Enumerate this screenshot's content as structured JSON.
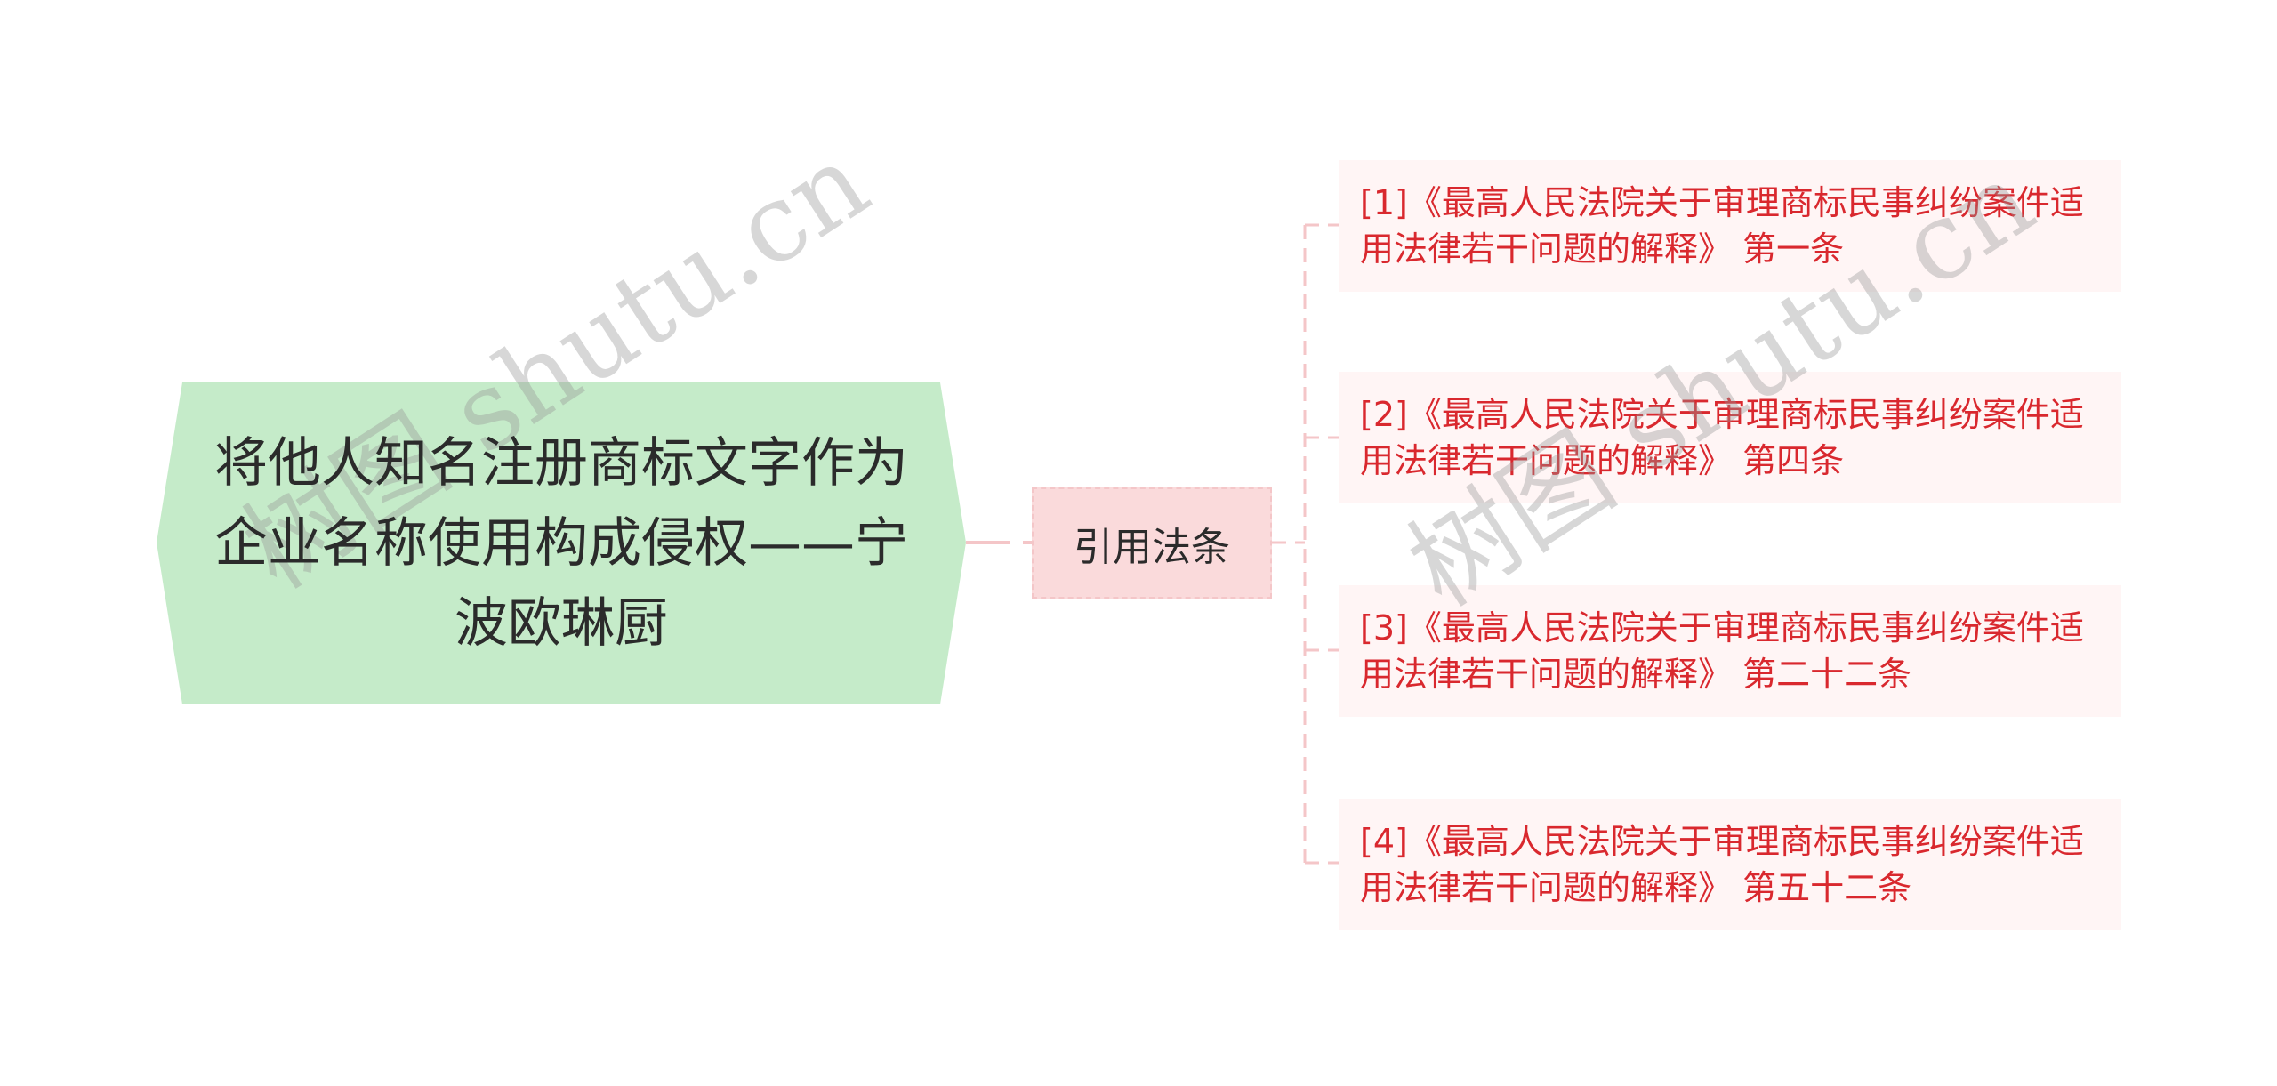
{
  "root": {
    "label": "将他人知名注册商标文字作为企业名称使用构成侵权——宁波欧琳厨",
    "fill_color": "#c5ebc9"
  },
  "branch": {
    "label": "引用法条",
    "fill_color": "#fadadb"
  },
  "leaves": [
    {
      "label": "[1]《最高人民法院关于审理商标民事纠纷案件适用法律若干问题的解释》 第一条"
    },
    {
      "label": "[2]《最高人民法院关于审理商标民事纠纷案件适用法律若干问题的解释》 第四条"
    },
    {
      "label": "[3]《最高人民法院关于审理商标民事纠纷案件适用法律若干问题的解释》 第二十二条"
    },
    {
      "label": "[4]《最高人民法院关于审理商标民事纠纷案件适用法律若干问题的解释》 第五十二条"
    }
  ],
  "colors": {
    "leaf_text": "#d9282e",
    "leaf_fill": "#fff5f5",
    "connector": "#f4c6c8",
    "root_text": "#2b2b2b"
  },
  "watermarks": [
    {
      "text": "树图 shutu.cn"
    },
    {
      "text": "树图 shutu.cn"
    }
  ]
}
